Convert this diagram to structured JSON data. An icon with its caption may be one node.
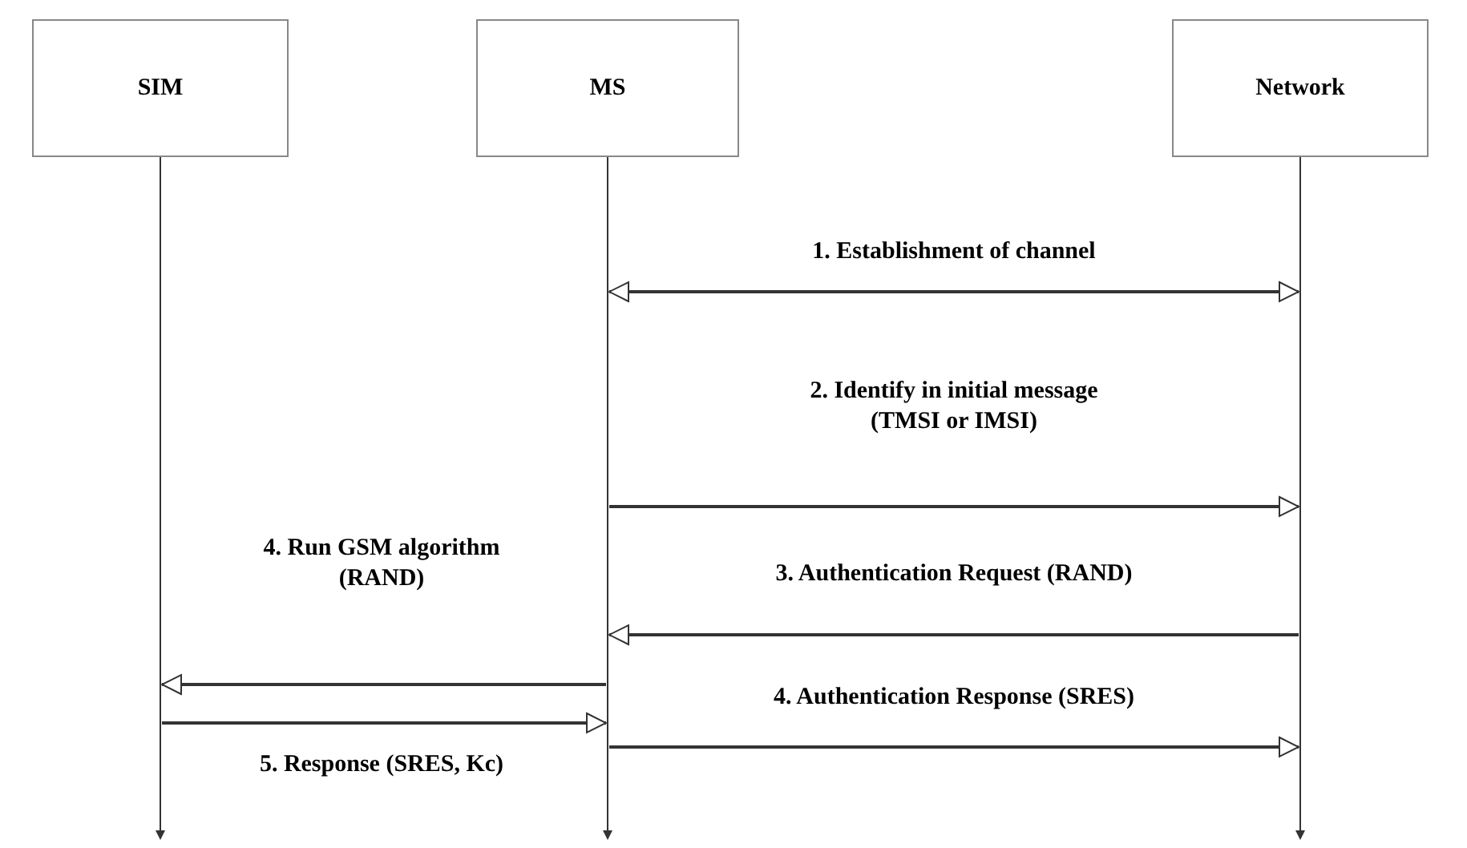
{
  "diagram": {
    "nodes": [
      {
        "text": [
          "SIM"
        ]
      },
      {
        "text": [
          "MS"
        ]
      },
      {
        "text": [
          "Network"
        ]
      }
    ],
    "edges": [
      {
        "from": 1,
        "to": 2,
        "arrow": "both",
        "label": "1. Establishment of channel"
      },
      {
        "from": 1,
        "to": 2,
        "arrow": "to",
        "label": "2. Identify in initial message (TMSI or IMSI)"
      },
      {
        "from": 2,
        "to": 1,
        "arrow": "to",
        "label": "3. Authentication Request (RAND)"
      },
      {
        "from": 1,
        "to": 0,
        "arrow": "to",
        "label": "4. Run GSM algorithm (RAND)"
      },
      {
        "from": 0,
        "to": 1,
        "arrow": "to",
        "label": "5. Response (SRES, Kc)"
      },
      {
        "from": 1,
        "to": 2,
        "arrow": "to",
        "label": "4. Authentication Response (SRES)"
      }
    ]
  }
}
